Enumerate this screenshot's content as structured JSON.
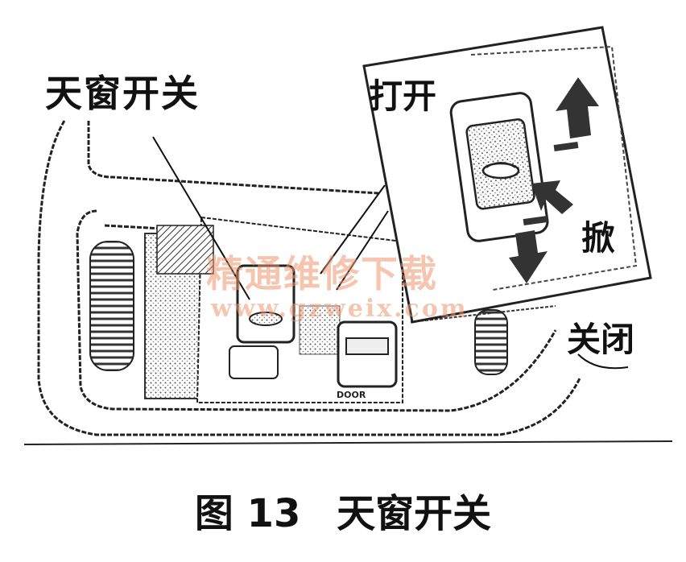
{
  "labels": {
    "sunroof_switch": "天窗开关",
    "open": "打开",
    "tilt": "掀",
    "close": "关闭"
  },
  "console_text": {
    "door": "DOOR"
  },
  "caption": {
    "figure": "图 13",
    "title": "天窗开关"
  },
  "watermark": {
    "name": "精通维修下载",
    "url": "www.gzweix.com"
  },
  "colors": {
    "line": "#222222",
    "watermark": "#ec966e",
    "background": "#ffffff"
  }
}
